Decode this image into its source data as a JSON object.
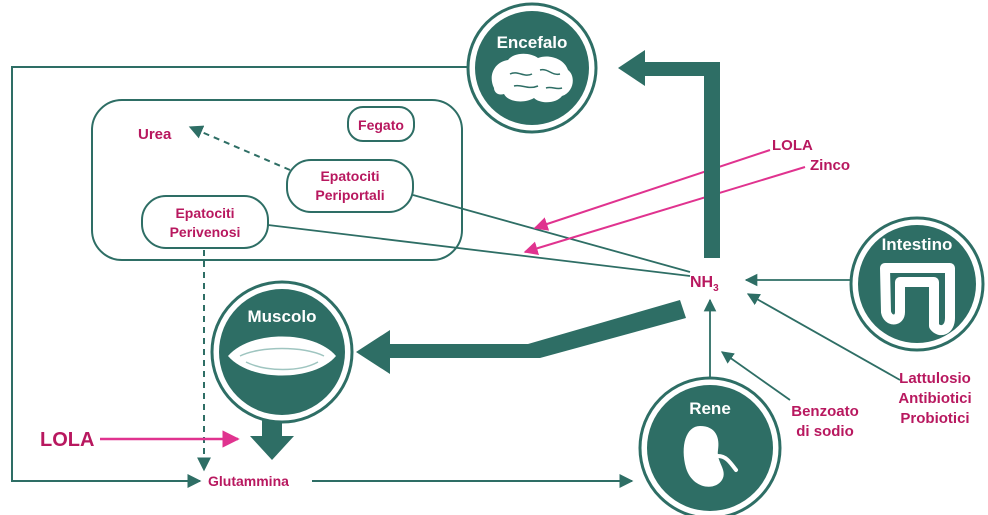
{
  "organs": {
    "brain": "Encefalo",
    "muscle": "Muscolo",
    "intestine": "Intestino",
    "kidney": "Rene",
    "liver": "Fegato"
  },
  "liver_cells": {
    "periportal_line1": "Epatociti",
    "periportal_line2": "Periportali",
    "perivenous_line1": "Epatociti",
    "perivenous_line2": "Perivenosi"
  },
  "molecules": {
    "urea": "Urea",
    "ammonia": "NH",
    "ammonia_sub": "3",
    "glutamine": "Glutammina"
  },
  "treatments": {
    "lola_right": "LOLA",
    "zinc": "Zinco",
    "lola_left": "LOLA",
    "benzoate_line1": "Benzoato",
    "benzoate_line2": "di sodio",
    "gut_line1": "Lattulosio",
    "gut_line2": "Antibiotici",
    "gut_line3": "Probiotici"
  },
  "colors": {
    "teal": "#2e6e65",
    "teal_light": "#3f8a80",
    "pink": "#b8185f",
    "magenta_arrow": "#e0338f"
  }
}
